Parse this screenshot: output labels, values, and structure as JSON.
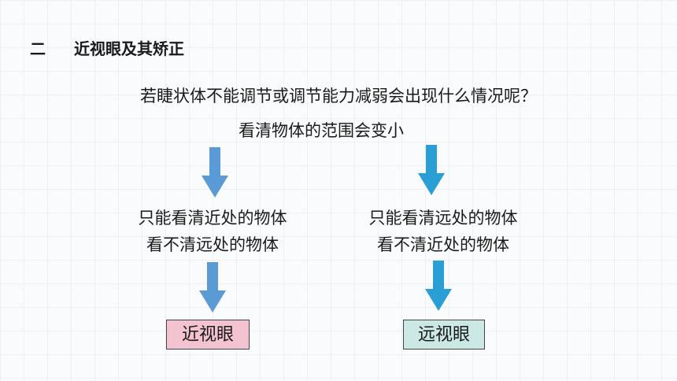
{
  "heading": {
    "number": "二",
    "title": "近视眼及其矫正"
  },
  "question": "若睫状体不能调节或调节能力减弱会出现什么情况呢？",
  "range_text": "看清物体的范围会变小",
  "left": {
    "line1": "只能看清近处的物体",
    "line2": "看不清远处的物体",
    "result": "近视眼"
  },
  "right": {
    "line1": "只能看清远处的物体",
    "line2": "看不清近处的物体",
    "result": "远视眼"
  },
  "colors": {
    "arrow_left": "#5b9bd5",
    "arrow_right": "#2a9fd6",
    "myopia_box": "#f3c3d2",
    "hyperopia_box": "#cbe8e4"
  }
}
